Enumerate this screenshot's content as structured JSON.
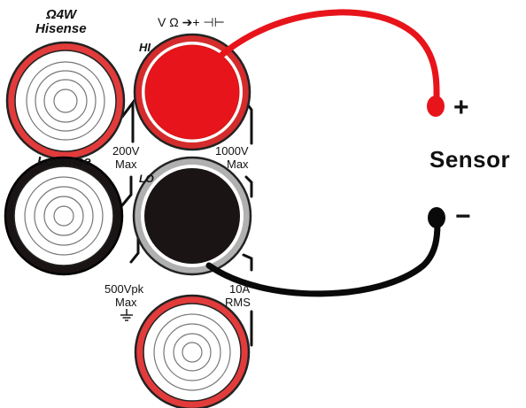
{
  "labels": {
    "ohm4w": "Ω4W",
    "hisense": "Hisense",
    "v_ohm_diode_cap": "V Ω ➔+ ⊣⊢",
    "hi": "HI",
    "max200v_line1": "200V",
    "max200v_line2": "Max",
    "max1000v_line1": "1000V",
    "max1000v_line2": "Max",
    "losense": "Losense",
    "lo": "LO",
    "vpk500_line1": "500Vpk",
    "vpk500_line2": "Max",
    "a10_line1": "10A",
    "a10_line2": "RMS",
    "plus": "+",
    "minus": "−",
    "sensor": "Sensor"
  },
  "colors": {
    "red": "#e8141b",
    "red_ring": "#cf2a2a",
    "black": "#1a1414",
    "probe_black": "#0a0a0a",
    "gray_ring": "#b0b0b0",
    "outline": "#111111"
  },
  "icons": {
    "ground": "ground-icon",
    "diode": "diode-icon",
    "capacitor": "capacitor-icon"
  }
}
